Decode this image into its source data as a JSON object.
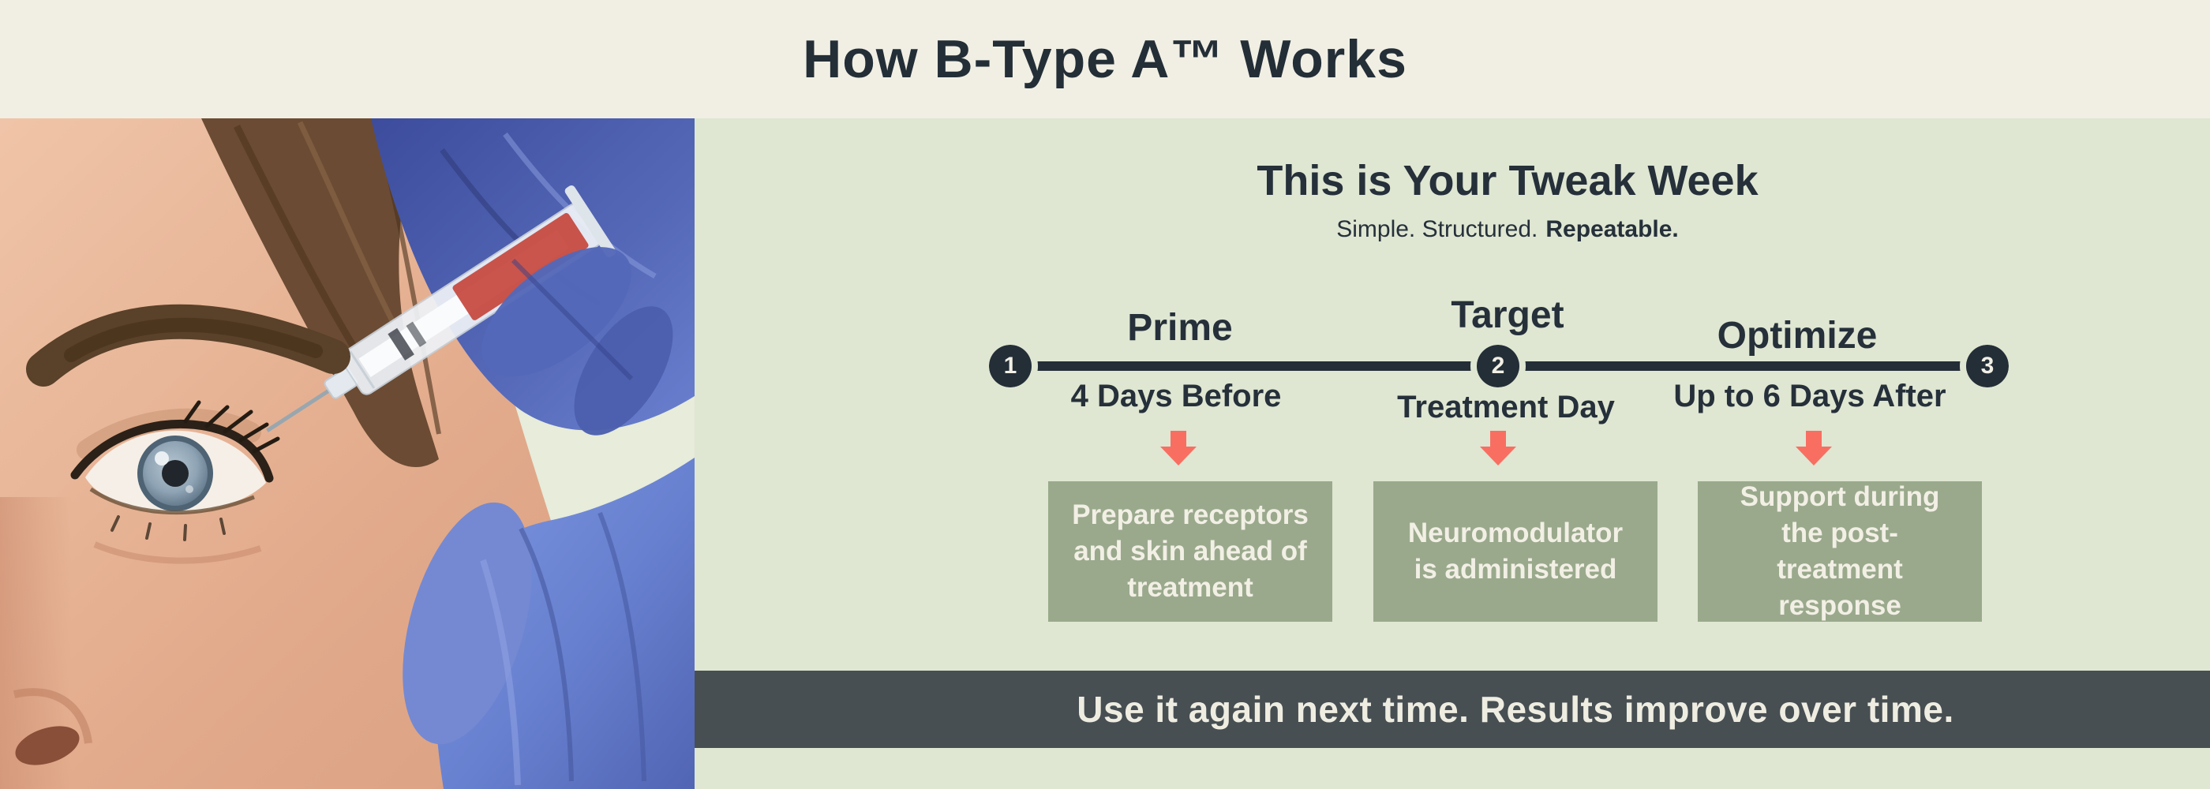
{
  "title": "How B-Type A™ Works",
  "photo": {
    "description": "Close-up of a woman's eye and brow while a blue-gloved hand administers a cosmetic injection with a syringe"
  },
  "panel": {
    "heading": "This is Your Tweak Week",
    "subtitle": {
      "regular": "Simple. Structured.",
      "bold": "Repeatable."
    },
    "steps": [
      {
        "number": "1",
        "stage": "Prime",
        "timing": "4 Days Before",
        "description": "Prepare receptors and skin ahead of treatment"
      },
      {
        "number": "2",
        "stage": "Target",
        "timing": "Treatment Day",
        "description": "Neuromodulator is administered"
      },
      {
        "number": "3",
        "stage": "Optimize",
        "timing": "Up to 6 Days After",
        "description": "Support during the post-treatment response"
      }
    ],
    "footer": "Use it again next time. Results improve over time."
  },
  "colors": {
    "cream_band": "#f1efe4",
    "panel_green": "#dfe6d2",
    "sage_box": "#9aa98c",
    "dark_ink": "#232e37",
    "coral_arrow": "#f86f62",
    "bar_slate": "#474f53",
    "bar_text": "#efede1"
  }
}
